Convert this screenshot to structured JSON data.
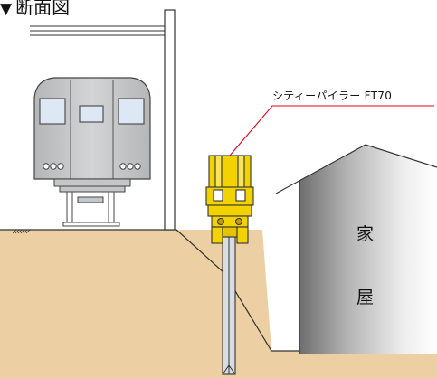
{
  "diagram": {
    "title": "断面図",
    "title_marker": "▼",
    "machine_label": "シティーパイラー FT70",
    "house_label": [
      "家",
      "屋"
    ]
  },
  "colors": {
    "soil": "#eccfa3",
    "pile": "#d8dde2",
    "machine_yellow": "#f2d200",
    "train_body": "#c4c6c8",
    "house_wall": "#8f8f8f",
    "leader_line": "#e2001a"
  }
}
